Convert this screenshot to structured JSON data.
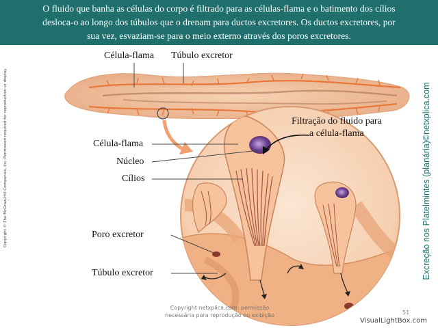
{
  "header": {
    "line1": "O fluido que banha as células do corpo é filtrado para as células-flama e o batimento dos cílios",
    "line2": "desloca-o ao longo dos túbulos que o drenam para ductos excretores. Os ductos excretores, por",
    "line3": "sua vez, esvaziam-se para o meio externo através dos poros excretores."
  },
  "side_copyright": "Copyright © The McGraw-Hill Companies, Inc. Permission required for reproduction or display.",
  "side_title": "Excreção nos Platelmintes (planária)©netxplica.com",
  "labels": {
    "celula_flama_top": "Célula-flama",
    "tubulo_excretor_top": "Túbulo excretor",
    "filtracao_line1": "Filtração do fluido para",
    "filtracao_line2": "a célula-flama",
    "celula_flama": "Célula-flama",
    "nucleo": "Núcleo",
    "cilios": "Cílios",
    "poro_excretor": "Poro excretor",
    "tubulo_excretor": "Túbulo excretor"
  },
  "watermark": {
    "line1": "Copyright netxplica.com: permissão",
    "line2": "necessária para reprodução ou exibição"
  },
  "page_number": "51",
  "visual_lightbox": "VisualLightBox.com",
  "colors": {
    "header_bg": "#1f6f6c",
    "tissue": "#f2b88c",
    "tissue_dark": "#d98a5a",
    "nucleus": "#6b3f8f"
  }
}
